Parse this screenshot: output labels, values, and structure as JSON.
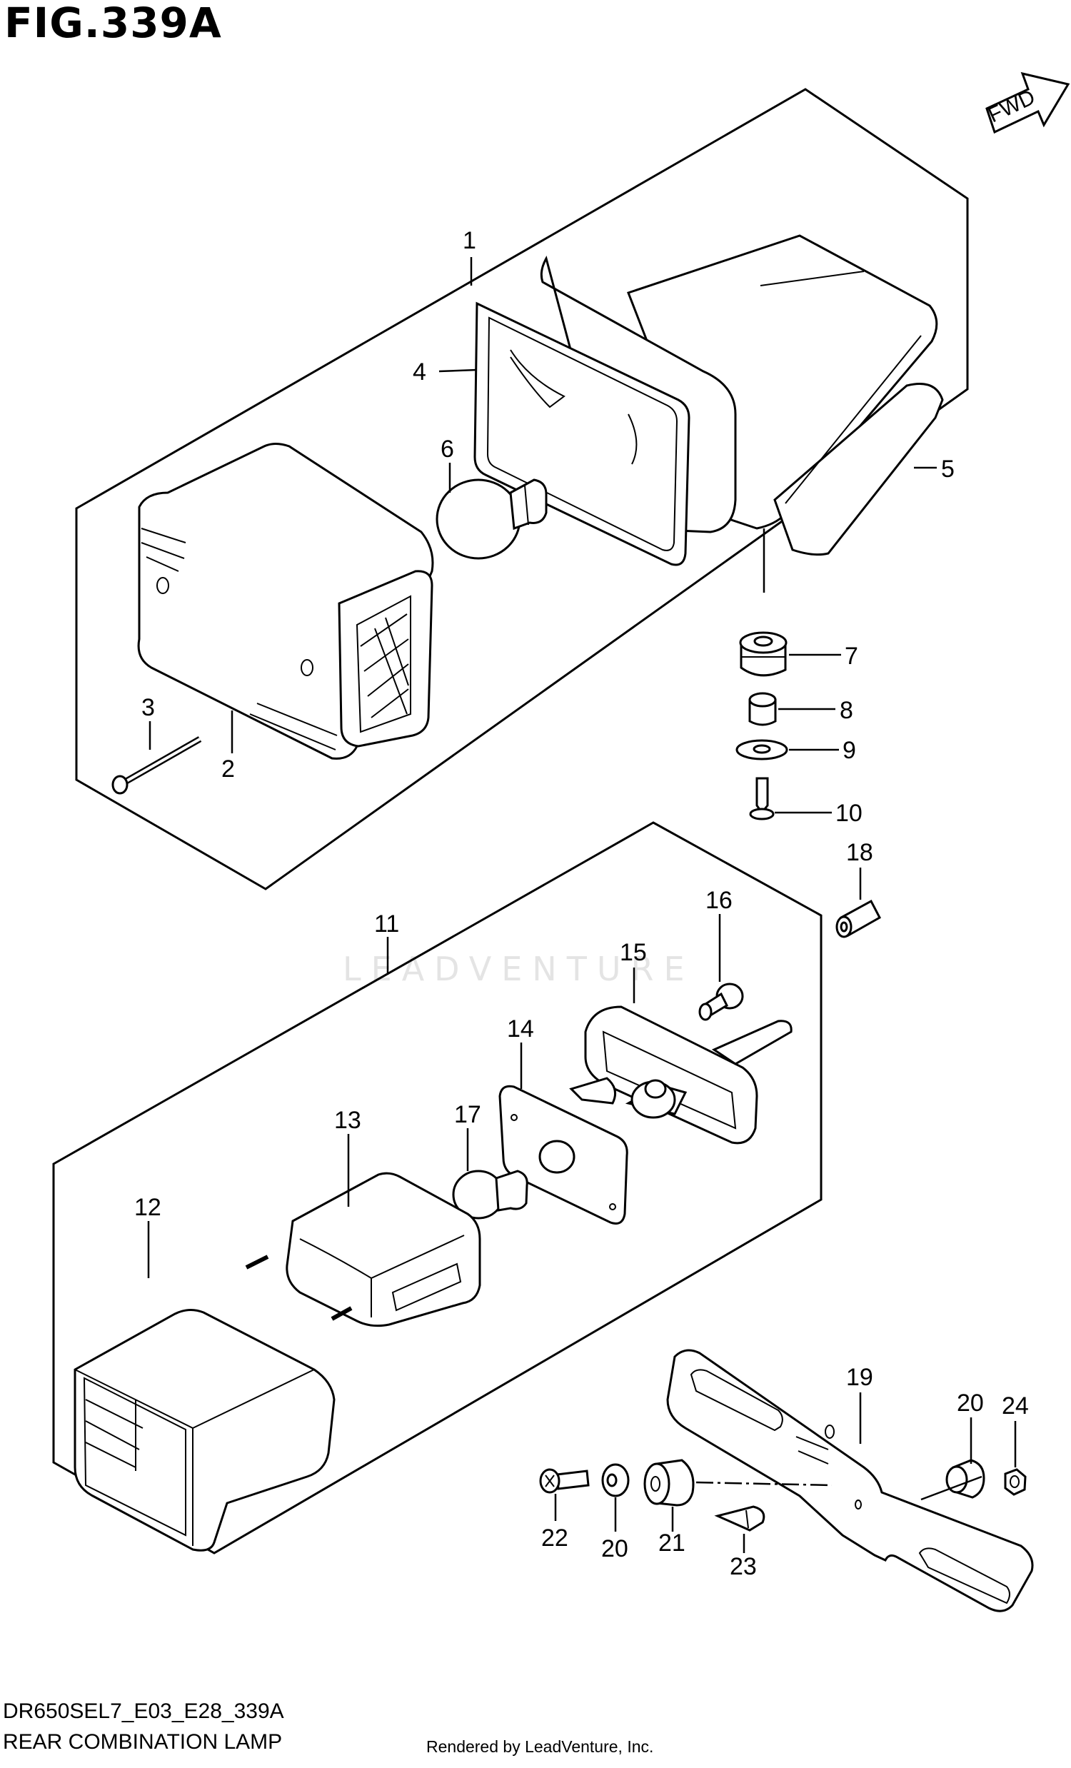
{
  "figure": {
    "title": "FIG.339A",
    "direction_badge": "FWD",
    "drawing_code": "DR650SEL7_E03_E28_339A",
    "drawing_name": "REAR COMBINATION LAMP",
    "rendered_by": "Rendered by LeadVenture, Inc.",
    "watermark": "LEADVENTURE"
  },
  "callouts": {
    "c1": "1",
    "c2": "2",
    "c3": "3",
    "c4": "4",
    "c5": "5",
    "c6": "6",
    "c7": "7",
    "c8": "8",
    "c9": "9",
    "c10": "10",
    "c11": "11",
    "c12": "12",
    "c13": "13",
    "c14": "14",
    "c15": "15",
    "c16": "16",
    "c17": "17",
    "c18": "18",
    "c19": "19",
    "c20a": "20",
    "c20b": "20",
    "c21": "21",
    "c22": "22",
    "c23": "23",
    "c24": "24"
  }
}
